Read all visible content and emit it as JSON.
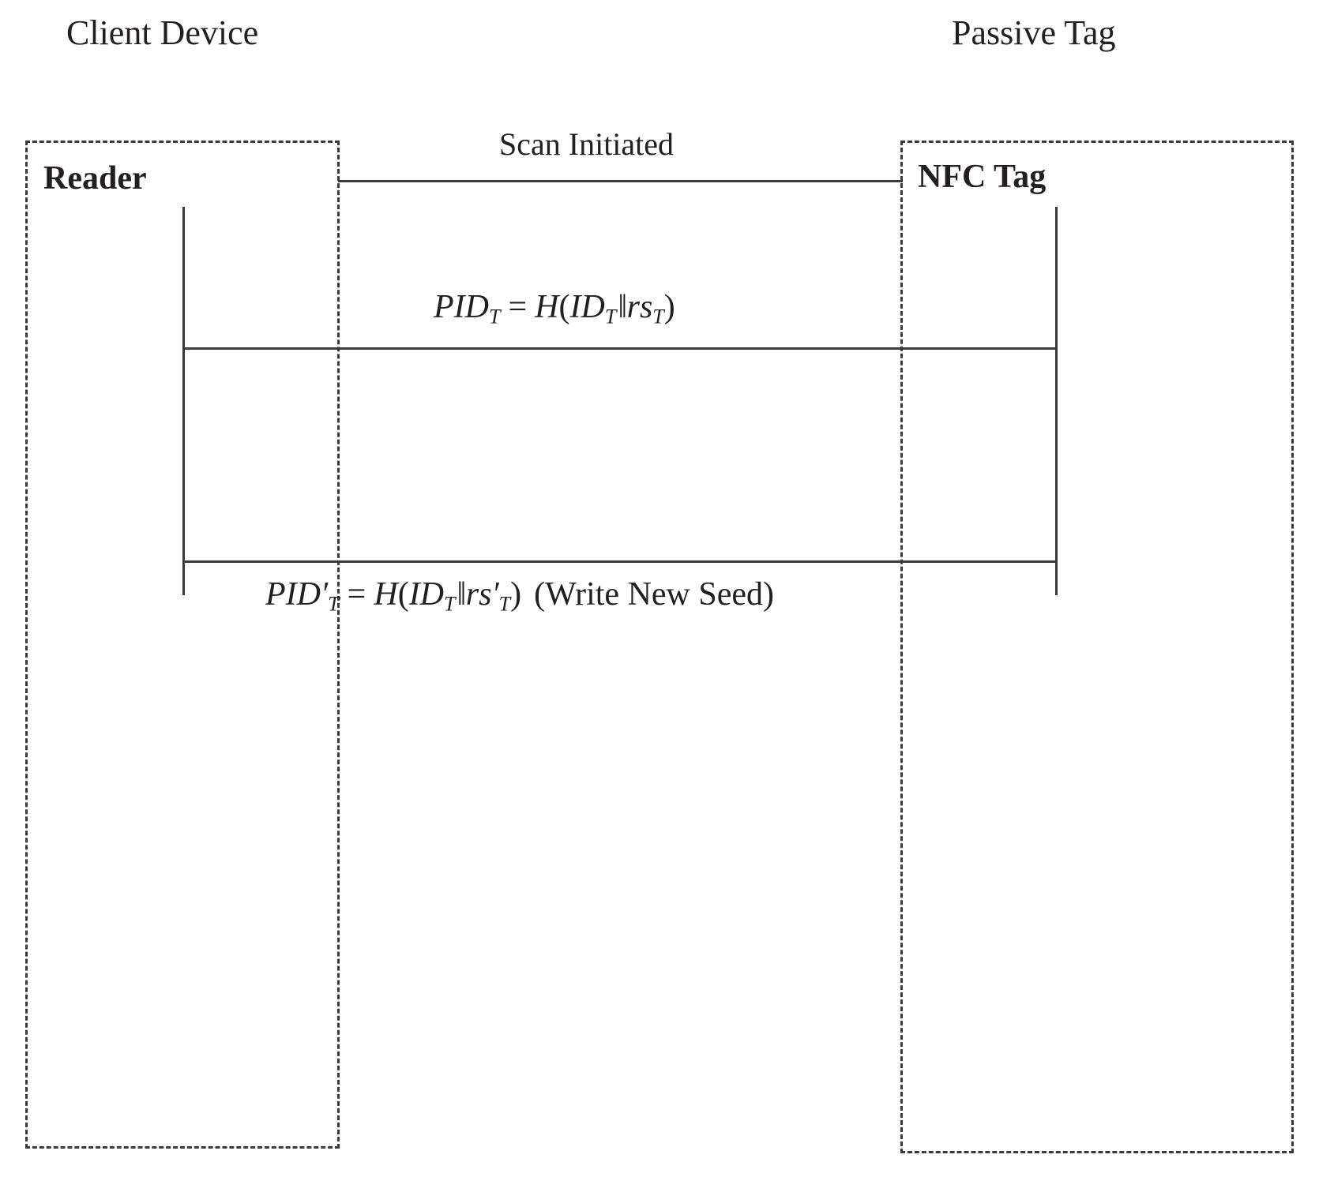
{
  "diagram": {
    "type": "sequence-diagram",
    "title_visible": false,
    "background_color": "#ffffff",
    "line_color": "#3a3a3a",
    "text_color": "#231f20"
  },
  "actors": {
    "left": {
      "caption": "Client Device",
      "participant": "Reader"
    },
    "right": {
      "caption": "Passive Tag",
      "participant": "NFC Tag"
    }
  },
  "messages": [
    {
      "id": "scan-initiated",
      "label": "Scan Initiated",
      "from": "Reader",
      "to": "NFC Tag",
      "label_is_math": false
    },
    {
      "id": "pid-compute",
      "label": "PID_T = H(ID_T || rs_T)",
      "from": "NFC Tag",
      "to": "Reader",
      "label_is_math": true,
      "parts": {
        "lhs_base": "PID",
        "lhs_sub": "T",
        "equals": "=",
        "hash": "H",
        "open": "(",
        "arg1_base": "ID",
        "arg1_sub": "T",
        "concat": "‖",
        "arg2_base": "rs",
        "arg2_sub": "T",
        "close": ")"
      }
    },
    {
      "id": "pid-new-seed",
      "label": "PID'_T = H(ID_T || rs'_T) (Write New Seed)",
      "from": "Reader",
      "to": "NFC Tag",
      "label_is_math": true,
      "parts": {
        "lhs_base": "PID",
        "lhs_prime": "′",
        "lhs_sub": "T",
        "equals": "=",
        "hash": "H",
        "open": "(",
        "arg1_base": "ID",
        "arg1_sub": "T",
        "concat": "‖",
        "arg2_base": "rs",
        "arg2_prime": "′",
        "arg2_sub": "T",
        "close": ")",
        "annotation": "(Write New Seed)"
      }
    }
  ]
}
